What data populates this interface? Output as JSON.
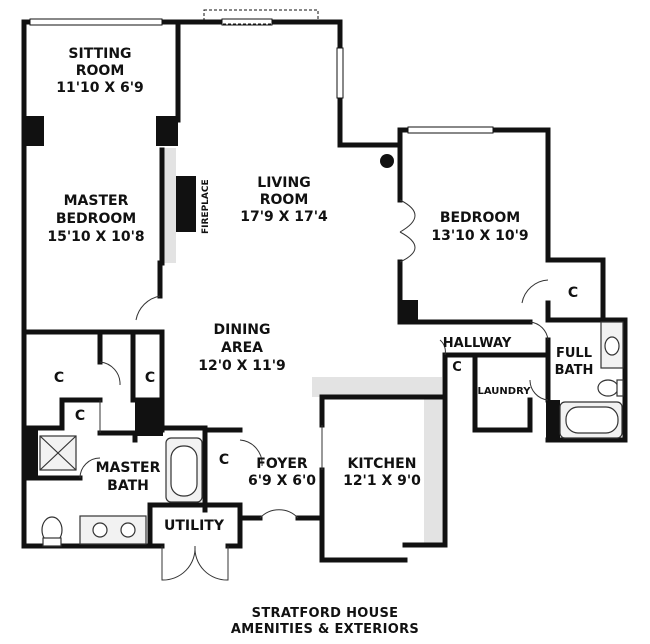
{
  "rooms": {
    "sitting_room": {
      "name_line1": "SITTING",
      "name_line2": "ROOM",
      "dims": "11'10 X 6'9"
    },
    "master_bedroom": {
      "name_line1": "MASTER",
      "name_line2": "BEDROOM",
      "dims": "15'10 X 10'8"
    },
    "living_room": {
      "name_line1": "LIVING",
      "name_line2": "ROOM",
      "dims": "17'9 X 17'4"
    },
    "bedroom": {
      "name": "BEDROOM",
      "dims": "13'10 X 10'9"
    },
    "dining_area": {
      "name_line1": "DINING",
      "name_line2": "AREA",
      "dims": "12'0 X 11'9"
    },
    "hallway": {
      "name": "HALLWAY"
    },
    "full_bath": {
      "name_line1": "FULL",
      "name_line2": "BATH"
    },
    "laundry": {
      "name": "LAUNDRY"
    },
    "master_bath": {
      "name_line1": "MASTER",
      "name_line2": "BATH"
    },
    "foyer": {
      "name": "FOYER",
      "dims": "6'9 X 6'0"
    },
    "kitchen": {
      "name": "KITCHEN",
      "dims": "12'1 X 9'0"
    },
    "utility": {
      "name": "UTILITY"
    }
  },
  "fireplace_label": "FIREPLACE",
  "closet_label": "C",
  "caption": {
    "line1": "STRATFORD HOUSE",
    "line2": "AMENITIES & EXTERIORS"
  },
  "colors": {
    "wall": "#111111",
    "counter": "#e3e3e3",
    "fixture": "#f2f2f2"
  }
}
